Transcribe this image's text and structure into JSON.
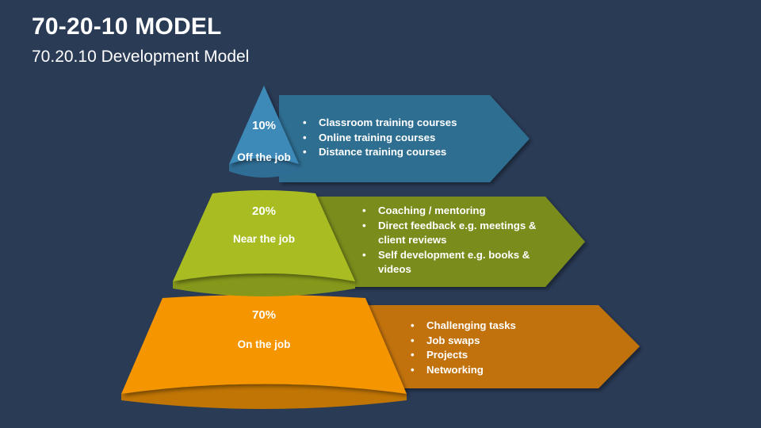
{
  "header": {
    "title": "70-20-10 MODEL",
    "subtitle": "70.20.10 Development Model"
  },
  "colors": {
    "background": "#2a3b56",
    "blue_tier": "#3e8ab9",
    "blue_tier_shadow": "#2f6d94",
    "blue_banner": "#2e6e91",
    "green_tier": "#a9bd22",
    "green_tier_shadow": "#86981b",
    "green_banner": "#7a8c1e",
    "orange_tier": "#f59505",
    "orange_tier_shadow": "#c07504",
    "orange_banner": "#c2720a",
    "text": "#ffffff"
  },
  "tiers": [
    {
      "percent": "10%",
      "name": "Off the job",
      "color": "#3e8ab9",
      "bullets": [
        "Classroom training courses",
        "Online training courses",
        "Distance training courses"
      ]
    },
    {
      "percent": "20%",
      "name": "Near the job",
      "color": "#a9bd22",
      "bullets": [
        "Coaching / mentoring",
        "Direct feedback e.g. meetings & client reviews",
        "Self development e.g. books & videos"
      ]
    },
    {
      "percent": "70%",
      "name": "On the job",
      "color": "#f59505",
      "bullets": [
        "Challenging tasks",
        "Job swaps",
        "Projects",
        "Networking"
      ]
    }
  ],
  "bullet_glyph": "•"
}
